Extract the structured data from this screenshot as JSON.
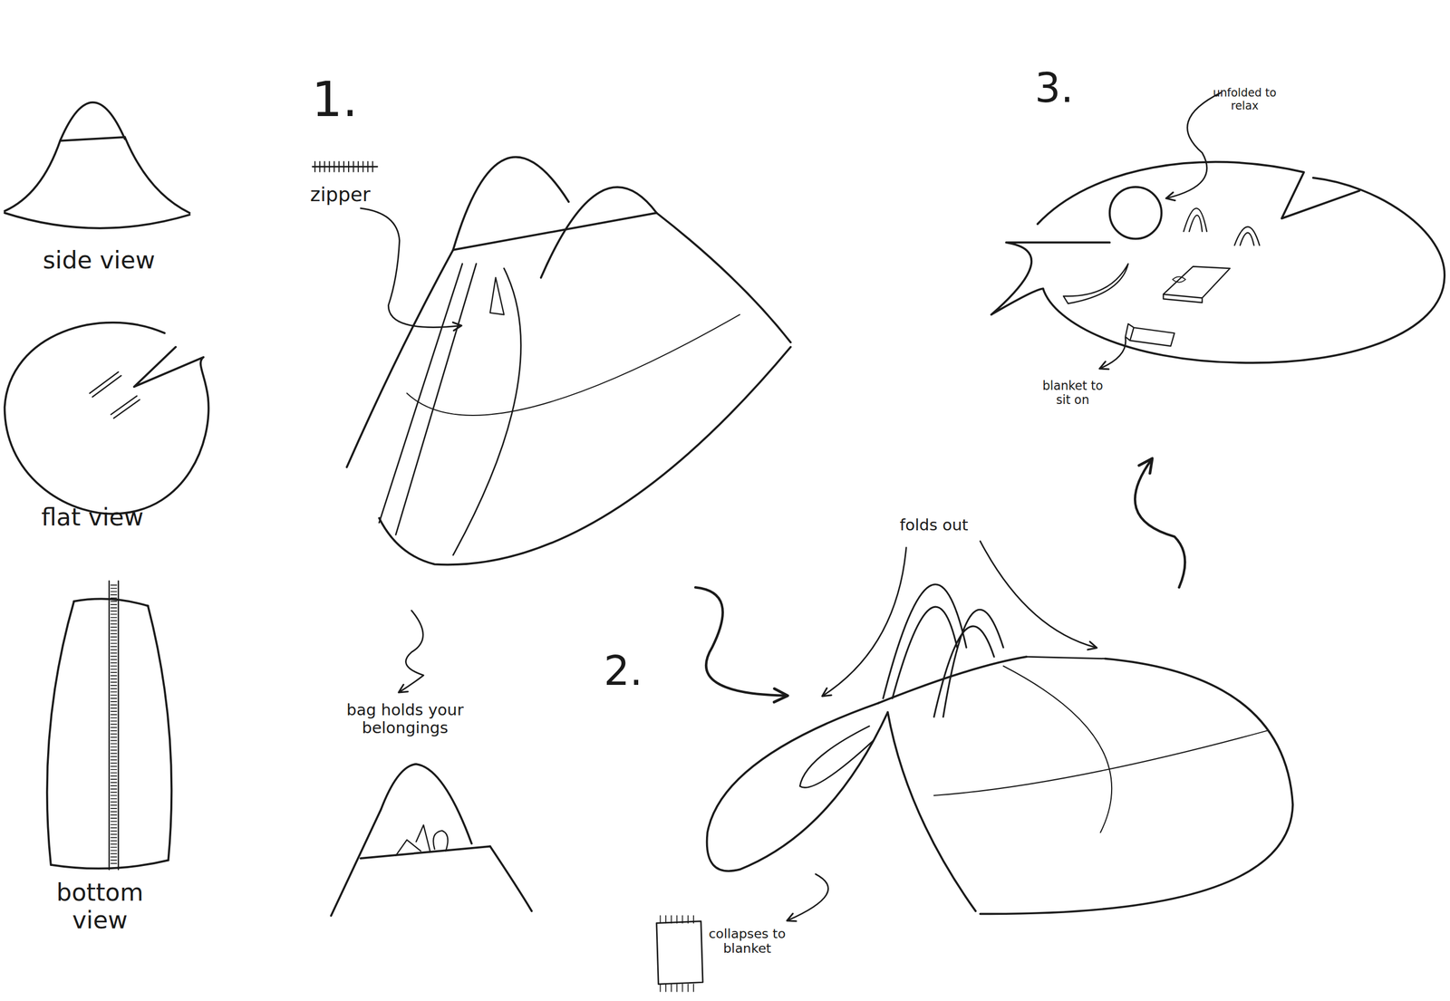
{
  "diagram": {
    "labels": [
      "side view",
      "flat view",
      "bottom view",
      "1.",
      "zipper",
      "bag holds your belongings",
      "2.",
      "folds out",
      "collapses to blanket",
      "3.",
      "unfolded to relax",
      "blanket to sit on"
    ]
  }
}
